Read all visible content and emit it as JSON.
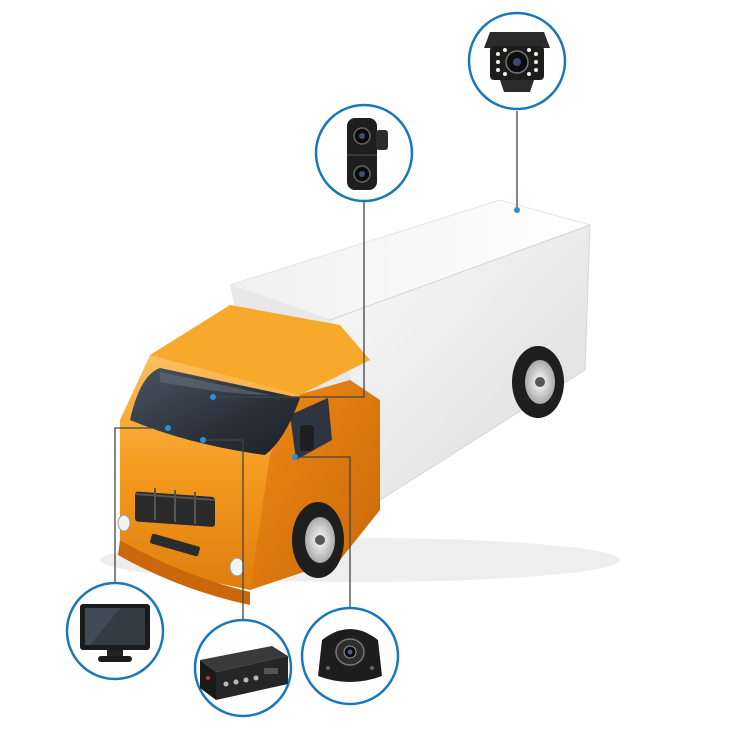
{
  "colors": {
    "cab_orange": "#f39a1c",
    "cab_orange_dark": "#d9760d",
    "cab_orange_light": "#fbbf52",
    "box_white": "#f4f4f4",
    "box_shade": "#d9d9d9",
    "glass": "#2d3440",
    "tire": "#1e1e1e",
    "callout_ring": "#1a78b8",
    "callout_dot": "#2b8fd6",
    "leader_line": "#444444"
  },
  "devices": [
    {
      "id": "rear-camera",
      "icon": "rear-view-camera-icon"
    },
    {
      "id": "dual-lens-camera",
      "icon": "dual-lens-dash-camera-icon"
    },
    {
      "id": "monitor",
      "icon": "in-cab-monitor-icon"
    },
    {
      "id": "mobile-dvr",
      "icon": "mobile-dvr-recorder-icon"
    },
    {
      "id": "side-camera",
      "icon": "side-view-camera-icon"
    }
  ]
}
